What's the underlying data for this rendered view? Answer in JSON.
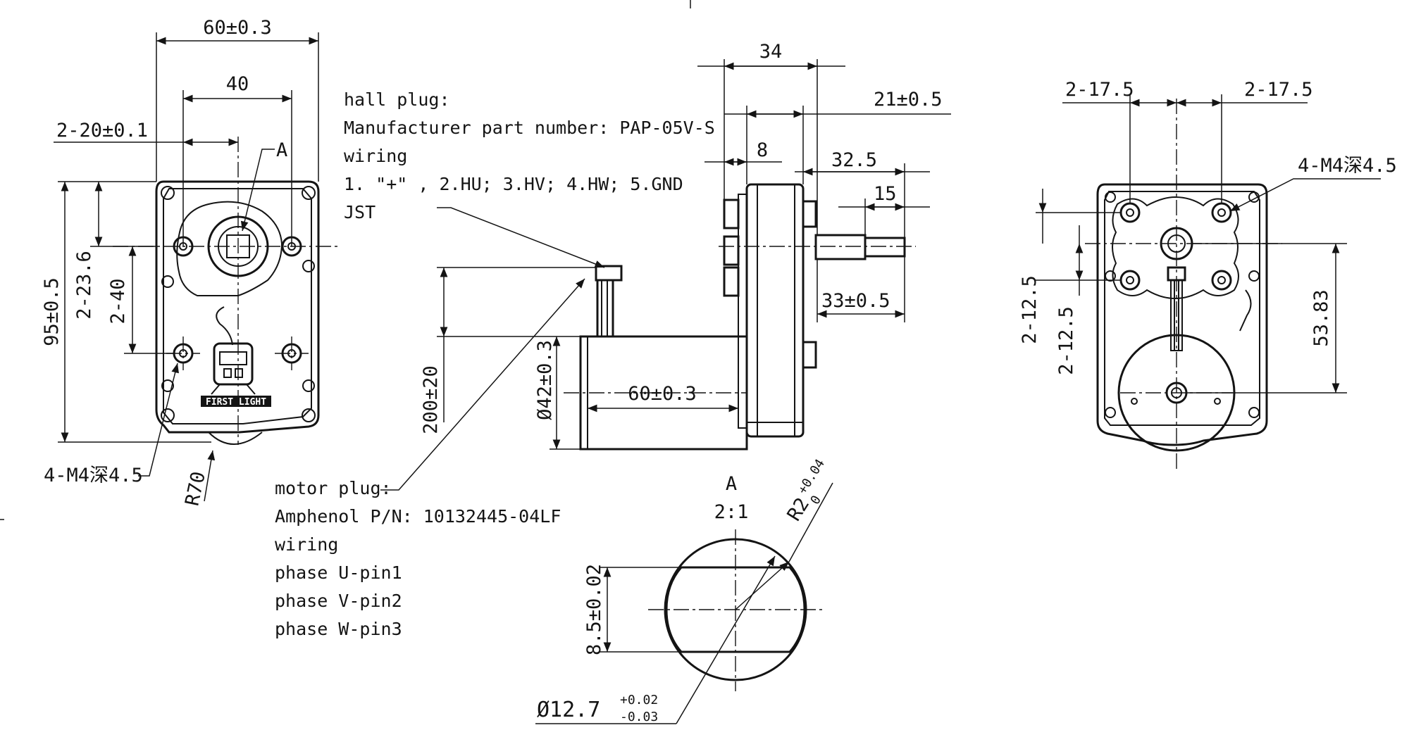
{
  "front_view": {
    "width_overall": "60±0.3",
    "hole_spacing_x": "40",
    "hole_offset": "2-20±0.1",
    "detail_ref": "A",
    "height_overall": "95±0.5",
    "hole_offset_v1": "2-23.6",
    "hole_offset_v2": "2-40",
    "thread_holes": "4-M4深4.5",
    "radius": "R70",
    "logo_text": "FIRST LIGHT"
  },
  "hall_plug": {
    "title": "hall plug:",
    "part_number": "Manufacturer part number: PAP-05V-S",
    "wiring_label": "wiring",
    "wiring": "1. \"+\" , 2.HU; 3.HV; 4.HW; 5.GND",
    "connector": "JST"
  },
  "motor_plug": {
    "title": "motor plug:",
    "part_number": "Amphenol P/N: 10132445-04LF",
    "wiring_label": "wiring",
    "pins": [
      "phase U-pin1",
      "phase V-pin2",
      "phase W-pin3"
    ]
  },
  "side_view": {
    "dim_34": "34",
    "dim_21": "21±0.5",
    "dim_8": "8",
    "dim_32_5": "32.5",
    "dim_15": "15",
    "dim_33": "33±0.5",
    "lead_length": "200±20",
    "motor_dia": "Ø42±0.3",
    "motor_len": "60±0.3"
  },
  "detail_a": {
    "label": "A",
    "scale": "2:1",
    "radius": "R2",
    "radius_tol_upper": "+0.04",
    "radius_tol_lower": "0",
    "flat": "8.5±0.02",
    "shaft_dia": "Ø12.7",
    "shaft_tol_upper": "+0.02",
    "shaft_tol_lower": "-0.03"
  },
  "rear_view": {
    "hole_left": "2-17.5",
    "hole_right": "2-17.5",
    "thread_holes": "4-M4深4.5",
    "hole_v1": "2-12.5",
    "hole_v2": "2-12.5",
    "height": "53.83"
  }
}
